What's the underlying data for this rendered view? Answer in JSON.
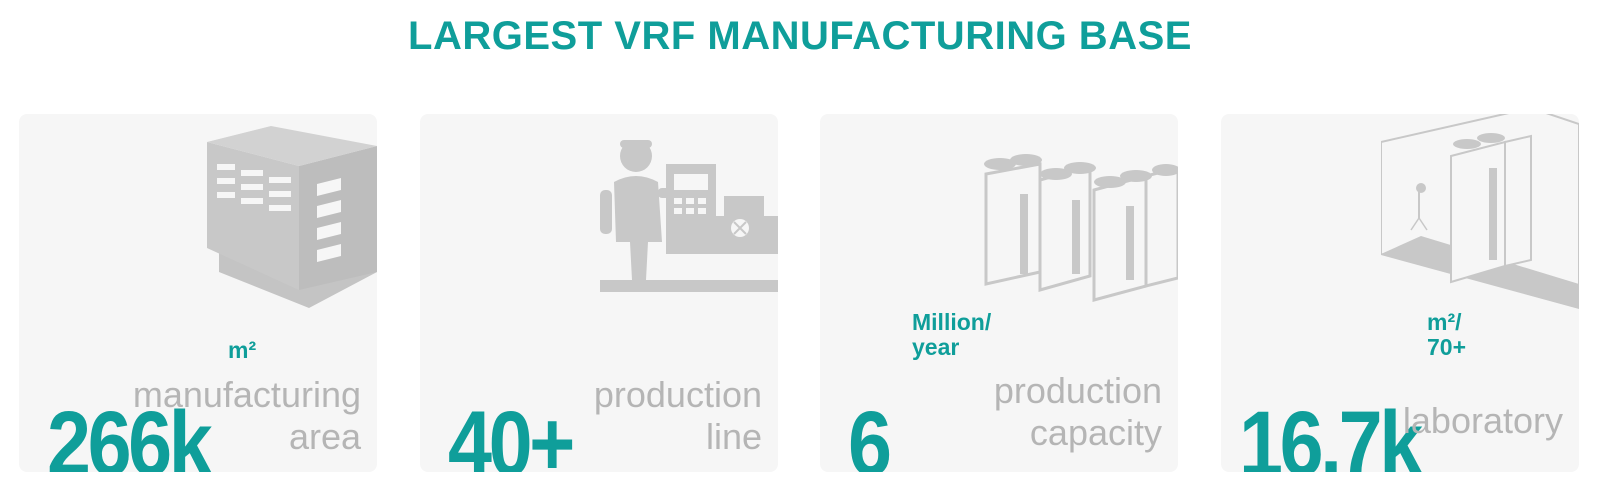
{
  "title": "LARGEST VRF MANUFACTURING BASE",
  "colors": {
    "accent": "#0f9e9a",
    "label": "#b5b5b5",
    "card": "#f6f6f6",
    "illustration": "#c8c8c8"
  },
  "stats": [
    {
      "value": "266k",
      "unit": "m²",
      "unit_line2": "",
      "label_line1": "manufacturing",
      "label_line2": "area",
      "icon": "factory-building-icon"
    },
    {
      "value": "40+",
      "unit": "",
      "unit_line2": "",
      "label_line1": "production",
      "label_line2": "line",
      "icon": "worker-machine-icon"
    },
    {
      "value": "6",
      "unit": "Million/",
      "unit_line2": "year",
      "label_line1": "production",
      "label_line2": "capacity",
      "icon": "vrf-outdoor-units-icon"
    },
    {
      "value": "16.7k",
      "unit": "m²/",
      "unit_line2": "70+",
      "label_line1": "laboratory",
      "label_line2": "",
      "icon": "laboratory-room-icon"
    }
  ]
}
